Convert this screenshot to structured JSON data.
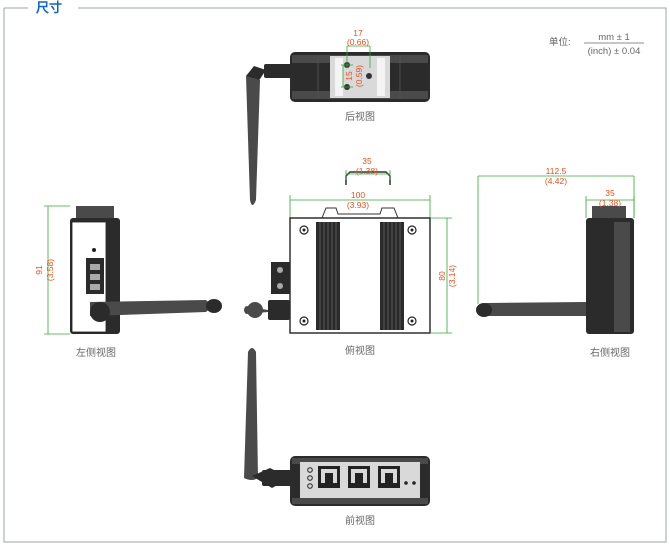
{
  "header": {
    "title": "尺寸"
  },
  "units": {
    "label": "单位:",
    "metric": "mm ± 1",
    "imperial": "(inch) ± 0.04"
  },
  "views": {
    "rear": {
      "caption": "后视图",
      "width_mm": "17",
      "width_in": "(0.66)",
      "height_mm": "15",
      "height_in": "(0.59)"
    },
    "left": {
      "caption": "左侧视图",
      "height_mm": "91",
      "height_in": "(3.58)"
    },
    "top": {
      "caption": "俯视图",
      "rail_mm": "35",
      "rail_in": "(1.38)",
      "width_mm": "100",
      "width_in": "(3.93)",
      "depth_mm": "80",
      "depth_in": "(3.14)"
    },
    "right": {
      "caption": "右侧视图",
      "total_mm": "112.5",
      "total_in": "(4.42)",
      "rail_mm": "35",
      "rail_in": "(1.38)"
    },
    "front": {
      "caption": "前视图"
    }
  },
  "colors": {
    "frame": "#9aa4ad",
    "title": "#1565c0",
    "dimension_text": "#e8501e",
    "dimension_line": "#37a837",
    "device": "#2b2b2b"
  }
}
